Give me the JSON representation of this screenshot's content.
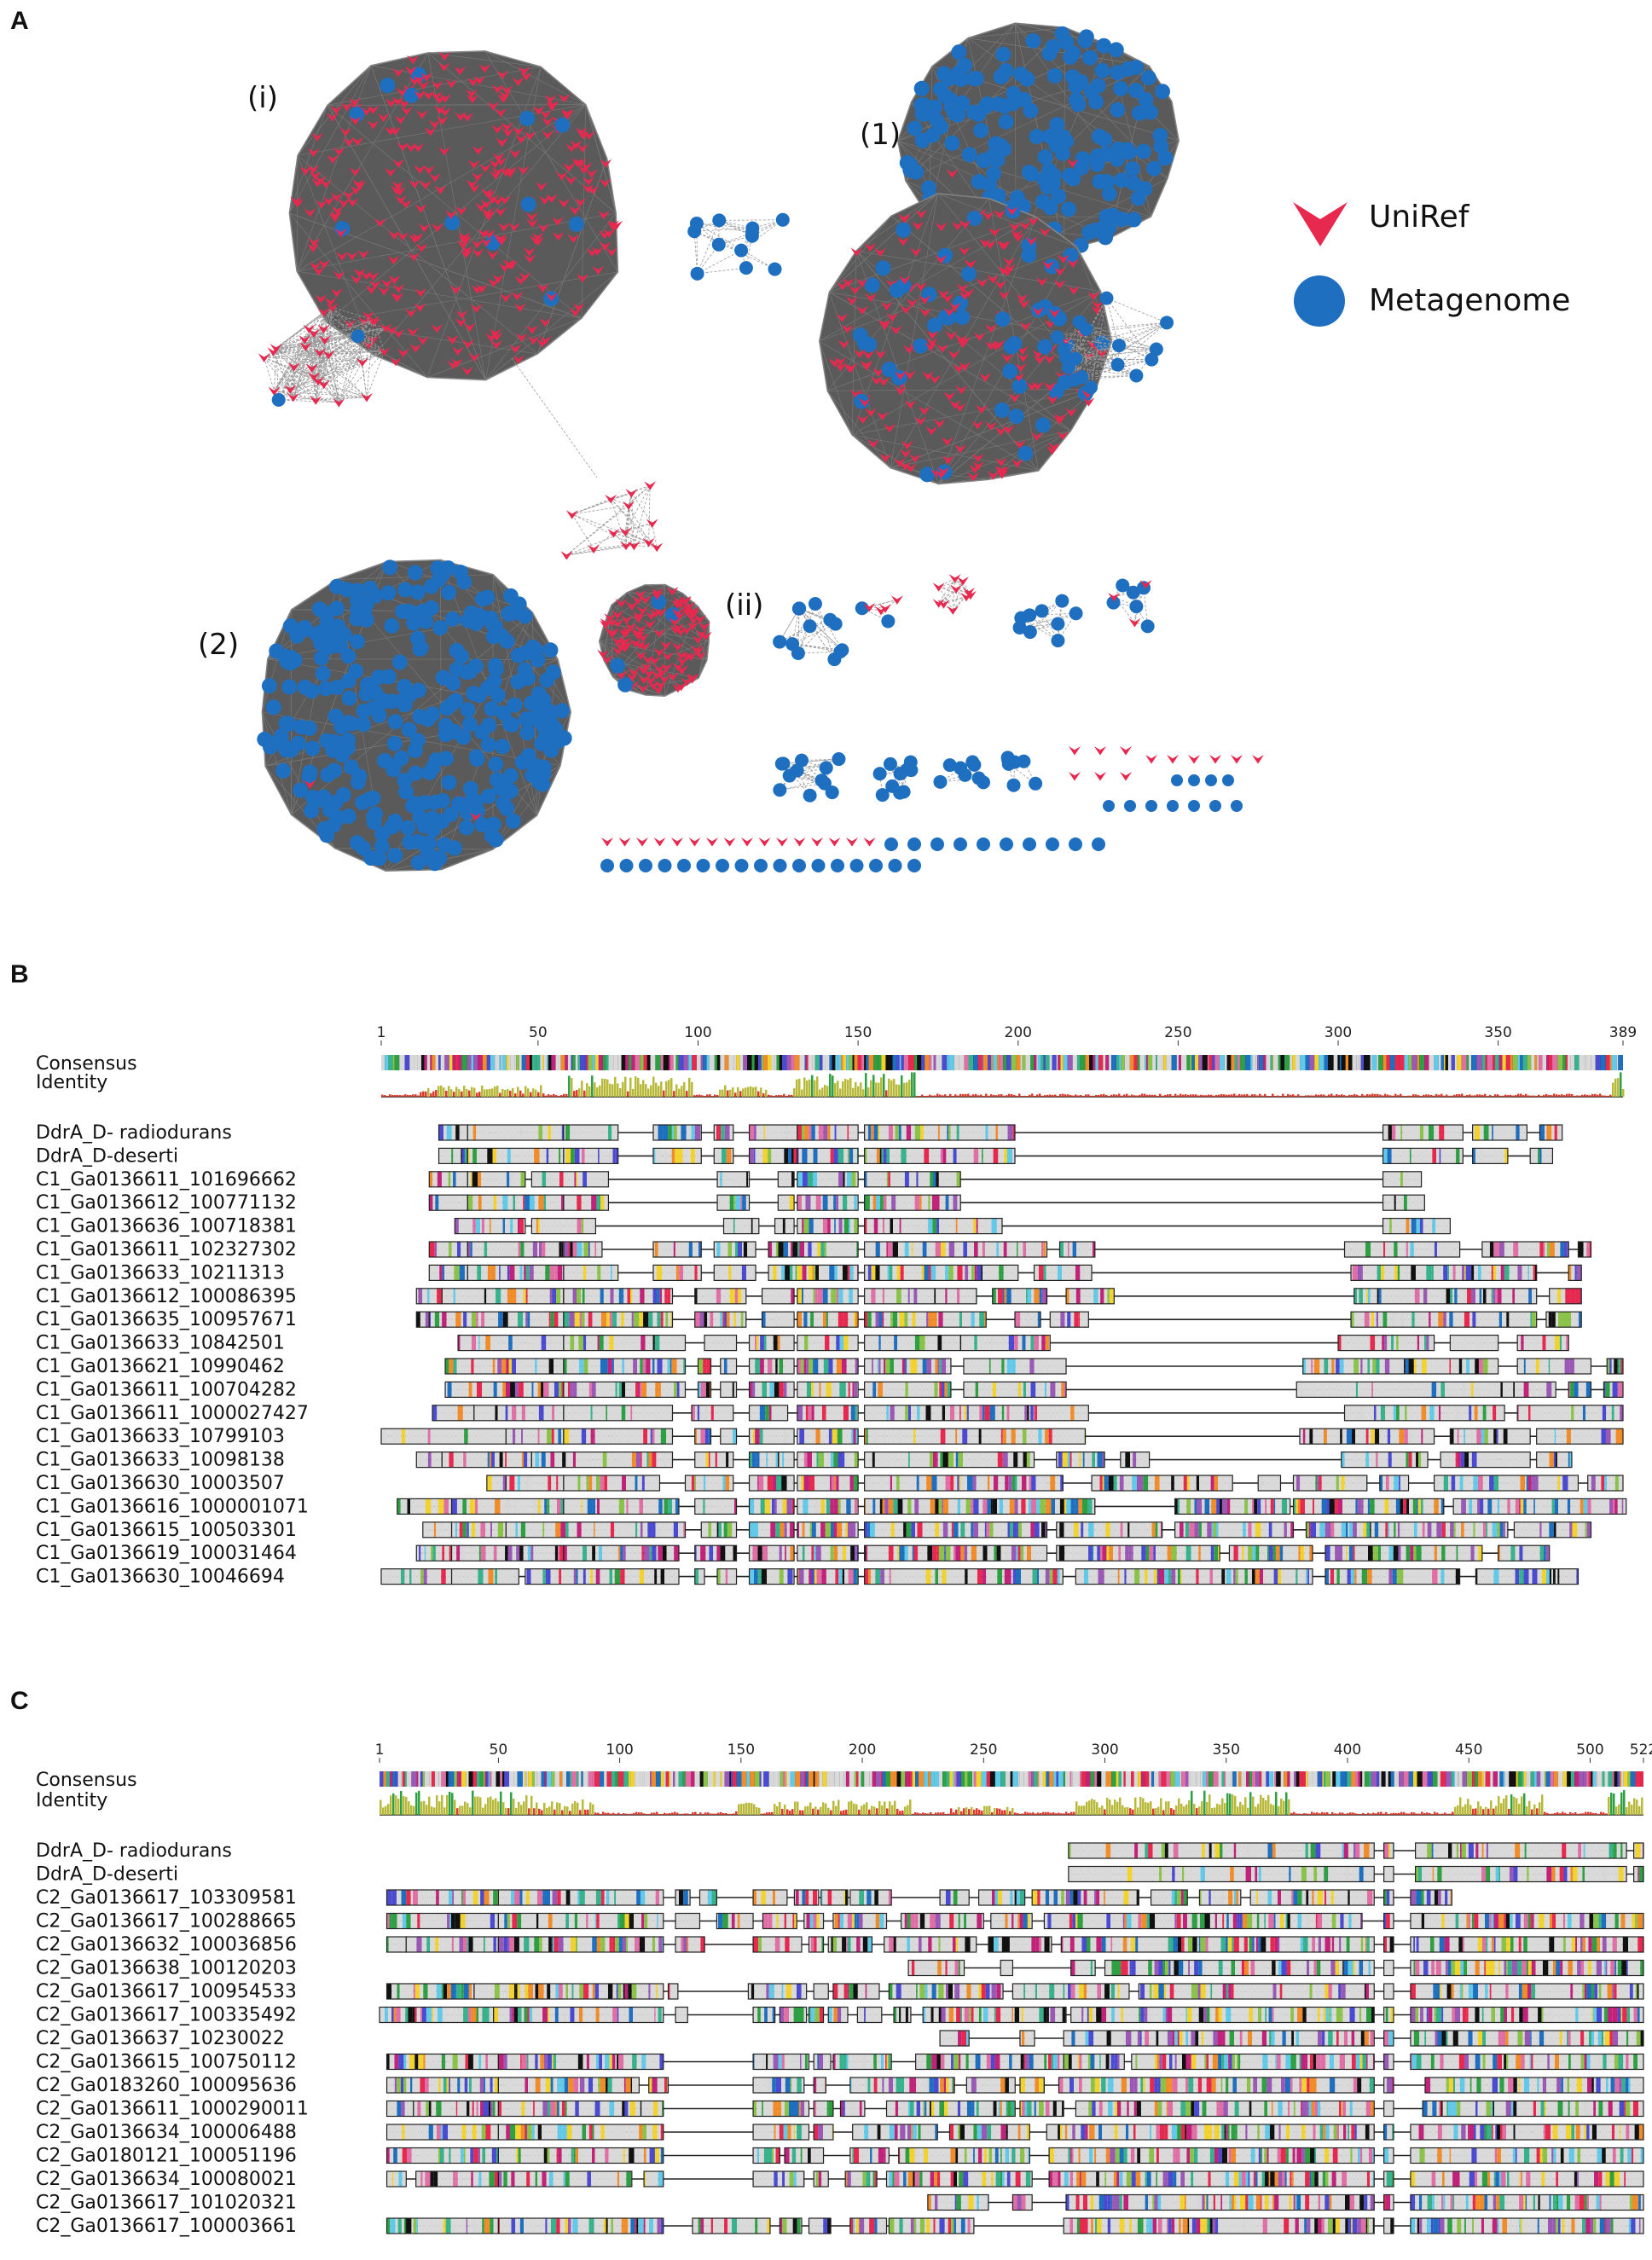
{
  "panels": {
    "a": {
      "letter": "A",
      "cluster_labels": [
        "(i)",
        "(1)",
        "(2)",
        "(ii)"
      ],
      "legend": [
        {
          "label": "UniRef",
          "shape": "red-arrowhead",
          "color": "#e8294f"
        },
        {
          "label": "Metagenome",
          "shape": "blue-circle",
          "color": "#1f6fc0"
        }
      ]
    },
    "b": {
      "letter": "B",
      "consensus_label": "Consensus",
      "identity_label": "Identity",
      "length": 389,
      "ticks": [
        "1",
        "50",
        "100",
        "150",
        "200",
        "250",
        "300",
        "350",
        "389"
      ],
      "sequences": [
        "DdrA_D- radiodurans",
        "DdrA_D-deserti",
        "C1_Ga0136611_101696662",
        "C1_Ga0136612_100771132",
        "C1_Ga0136636_100718381",
        "C1_Ga0136611_102327302",
        "C1_Ga0136633_10211313",
        "C1_Ga0136612_100086395",
        "C1_Ga0136635_100957671",
        "C1_Ga0136633_10842501",
        "C1_Ga0136621_10990462",
        "C1_Ga0136611_100704282",
        "C1_Ga0136611_1000027427",
        "C1_Ga0136633_10799103",
        "C1_Ga0136633_10098138",
        "C1_Ga0136630_10003507",
        "C1_Ga0136616_1000001071",
        "C1_Ga0136615_100503301",
        "C1_Ga0136619_100031464",
        "C1_Ga0136630_10046694"
      ]
    },
    "c": {
      "letter": "C",
      "consensus_label": "Consensus",
      "identity_label": "Identity",
      "length": 522,
      "ticks": [
        "1",
        "50",
        "100",
        "150",
        "200",
        "250",
        "300",
        "350",
        "400",
        "450",
        "500",
        "522"
      ],
      "sequences": [
        "DdrA_D- radiodurans",
        "DdrA_D-deserti",
        "C2_Ga0136617_103309581",
        "C2_Ga0136617_100288665",
        "C2_Ga0136632_100036856",
        "C2_Ga0136638_100120203",
        "C2_Ga0136617_100954533",
        "C2_Ga0136617_100335492",
        "C2_Ga0136637_10230022",
        "C2_Ga0136615_100750112",
        "C2_Ga0183260_100095636",
        "C2_Ga0136611_1000290011",
        "C2_Ga0136634_100006488",
        "C2_Ga0180121_100051196",
        "C2_Ga0136634_100080021",
        "C2_Ga0136617_101020321",
        "C2_Ga0136617_100003661"
      ]
    }
  },
  "colors": {
    "uniref": "#e8294f",
    "metagenome": "#1f6fc0",
    "edges": "#555555",
    "block_fill": "#d9d9d9",
    "identity_high": "#2ea043",
    "identity_mid": "#b8b83a",
    "identity_low": "#d93a2b"
  }
}
